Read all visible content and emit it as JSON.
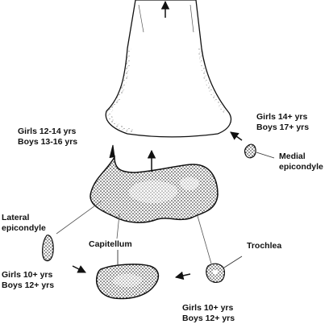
{
  "colors": {
    "ink": "#111111",
    "bone": "#ffffff",
    "stipple": "#222222"
  },
  "labels": {
    "humerus_timing": {
      "line1": "Girls 12-14 yrs",
      "line2": "Boys 13-16 yrs"
    },
    "medial_timing": {
      "line1": "Girls 14+ yrs",
      "line2": "Boys 17+ yrs"
    },
    "medial_epicondyle": {
      "line1": "Medial",
      "line2": "epicondyle"
    },
    "lateral_epicondyle": {
      "line1": "Lateral",
      "line2": "epicondyle"
    },
    "capitellum": "Capitellum",
    "trochlea": "Trochlea",
    "lateral_timing": {
      "line1": "Girls 10+ yrs",
      "line2": "Boys 12+ yrs"
    },
    "trochlea_timing": {
      "line1": "Girls 10+ yrs",
      "line2": "Boys 12+ yrs"
    }
  }
}
